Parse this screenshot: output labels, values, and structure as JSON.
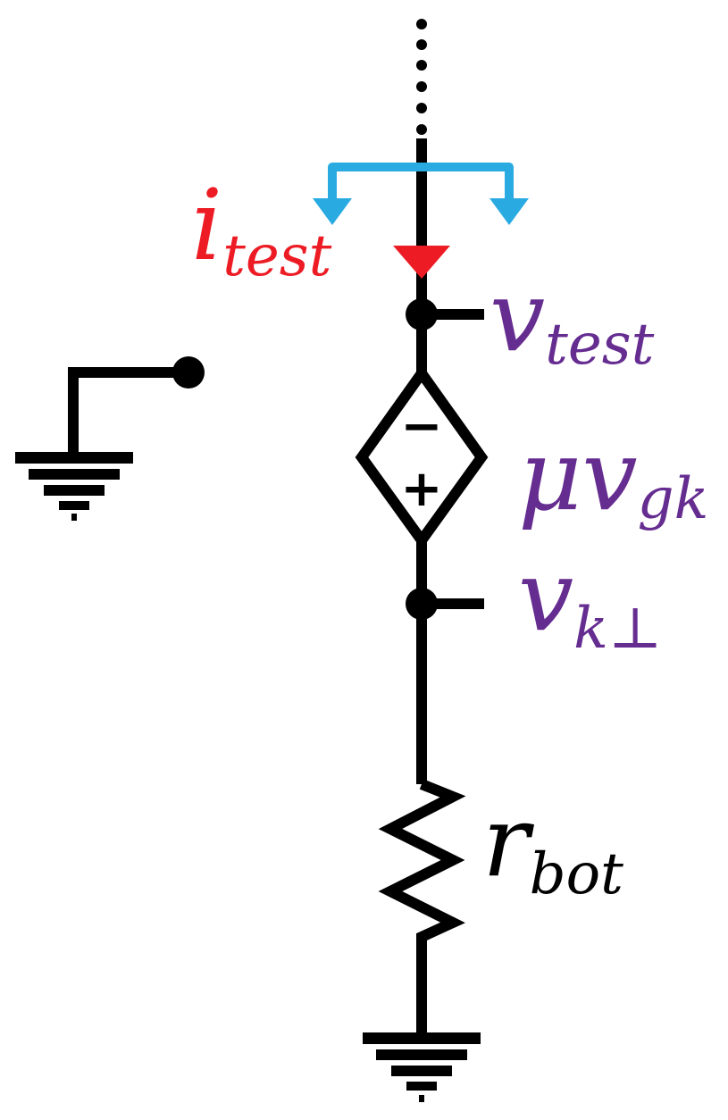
{
  "labels": {
    "test_current": {
      "main": "i",
      "sub": "test"
    },
    "test_voltage": {
      "main": "v",
      "sub": "test"
    },
    "dependent_source": {
      "main": "μv",
      "sub": "gk"
    },
    "cathode_voltage": {
      "main": "v",
      "sub": "k⊥"
    },
    "resistor": {
      "main": "r",
      "sub": "bot"
    }
  },
  "source_polarity": {
    "top": "−",
    "bottom": "+"
  },
  "colors": {
    "wire": "#000000",
    "current_arrow": "#ed1c24",
    "current_label": "#ed1c24",
    "branch_arrows": "#29abe2",
    "voltage_labels": "#662d91",
    "resistor_label": "#000000"
  }
}
